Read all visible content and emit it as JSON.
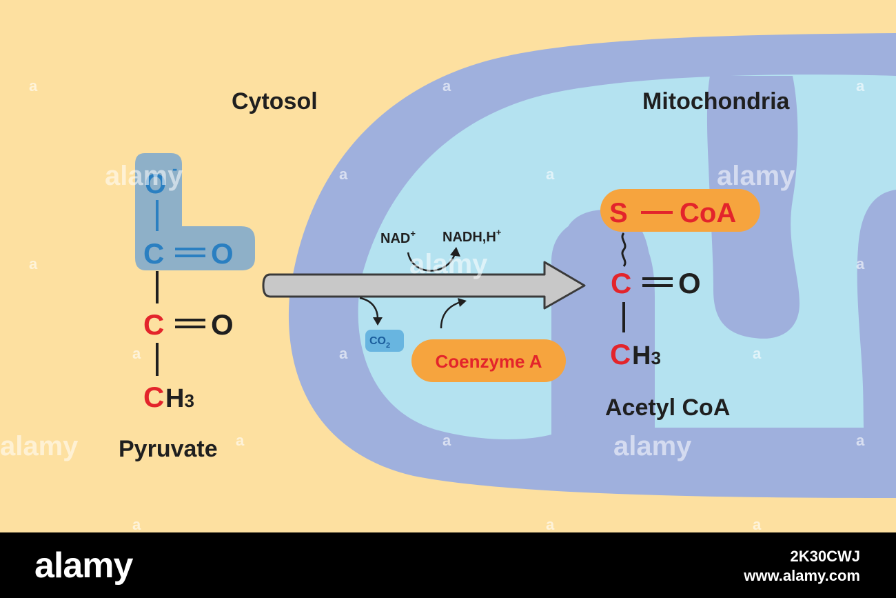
{
  "labels": {
    "cytosol": "Cytosol",
    "mitochondria": "Mitochondria",
    "pyruvate": "Pyruvate",
    "acetyl_coa": "Acetyl CoA",
    "nad": "NAD",
    "nad_sup": "+",
    "nadh": "NADH,H",
    "nadh_sup": "+",
    "co2_main": "CO",
    "co2_sub": "2",
    "coenzyme_a": "Coenzyme A"
  },
  "pyruvate": {
    "o_minus": "O",
    "o_minus_sup": "-",
    "c_carboxyl": "C",
    "o_carboxyl": "O",
    "c_carbonyl": "C",
    "o_carbonyl": "O",
    "c_methyl": "C",
    "h3": "H",
    "h3_sub": "3"
  },
  "acetyl": {
    "s": "S",
    "coa": "CoA",
    "c_carbonyl": "C",
    "o_carbonyl": "O",
    "c_methyl": "C",
    "h3": "H",
    "h3_sub": "3"
  },
  "watermark": {
    "brand": "alamy",
    "image_id": "2K30CWJ",
    "url": "www.alamy.com",
    "small_mark": "a"
  },
  "colors": {
    "background": "#fde0a0",
    "membrane_outer": "#9fb0dd",
    "matrix": "#b4e2f0",
    "carboxyl_highlight": "#8eb0c8",
    "blue_atom": "#2a7fc1",
    "red_atom": "#e3242b",
    "dark_text": "#1f1f1f",
    "orange_pill": "#f6a43e",
    "co2_box": "#68b5e0",
    "arrow_fill": "#c8c8c8"
  }
}
